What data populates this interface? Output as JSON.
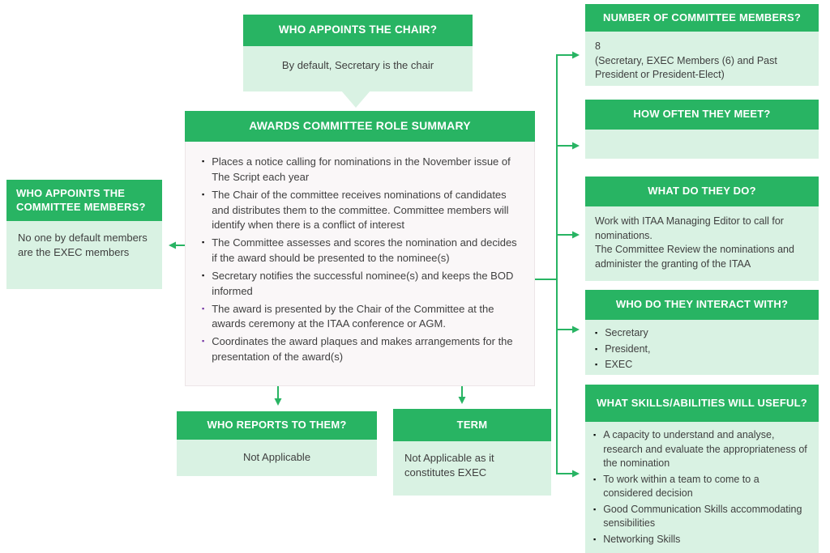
{
  "colors": {
    "accent_green": "#28b463",
    "light_green": "#d9f2e3",
    "center_body": "#faf7f8",
    "purple_bullet": "#7030a0"
  },
  "top_box": {
    "title": "WHO APPOINTS THE CHAIR?",
    "body": "By default, Secretary is the chair"
  },
  "left_box": {
    "title": "WHO APPOINTS THE COMMITTEE MEMBERS?",
    "body": "No one by default members are the EXEC members"
  },
  "center_box": {
    "title": "AWARDS COMMITTEE ROLE SUMMARY",
    "bullets": [
      {
        "text": "Places a notice calling for nominations in the November issue of The Script each year",
        "purple": false
      },
      {
        "text": "The Chair of the committee receives nominations of candidates and distributes them to the committee.  Committee members will identify when there is a conflict of interest",
        "purple": false
      },
      {
        "text": "The Committee assesses and scores the nomination and decides if the award should be presented to the nominee(s)",
        "purple": false
      },
      {
        "text": "Secretary notifies the successful nominee(s) and keeps the BOD informed",
        "purple": false
      },
      {
        "text": "The award is presented by the Chair of the Committee at the awards ceremony at the ITAA conference or AGM.",
        "purple": true
      },
      {
        "text": "Coordinates the award plaques and makes arrangements for the presentation of the award(s)",
        "purple": true
      }
    ]
  },
  "right_boxes": {
    "members": {
      "title": "NUMBER OF COMMITTEE MEMBERS?",
      "body": "8\n(Secretary, EXEC Members (6) and Past President or President-Elect)"
    },
    "meet": {
      "title": "HOW OFTEN THEY MEET?",
      "body": ""
    },
    "what": {
      "title": "WHAT DO THEY DO?",
      "body": "Work with ITAA Managing Editor to call for nominations.\nThe Committee Review the nominations and administer the granting of the ITAA"
    },
    "interact": {
      "title": "WHO DO THEY INTERACT WITH?",
      "bullets": [
        "Secretary",
        "President,",
        "EXEC"
      ]
    },
    "skills": {
      "title": "WHAT SKILLS/ABILITIES WILL USEFUL?",
      "bullets": [
        "A capacity to understand and analyse, research and evaluate the appropriateness of the nomination",
        "To work within a team to come to a considered decision",
        "Good Communication Skills accommodating sensibilities",
        "Networking Skills"
      ]
    }
  },
  "bottom_boxes": {
    "reports": {
      "title": "WHO REPORTS TO THEM?",
      "body": "Not Applicable"
    },
    "term": {
      "title": "TERM",
      "body": "Not Applicable as it constitutes EXEC"
    }
  }
}
